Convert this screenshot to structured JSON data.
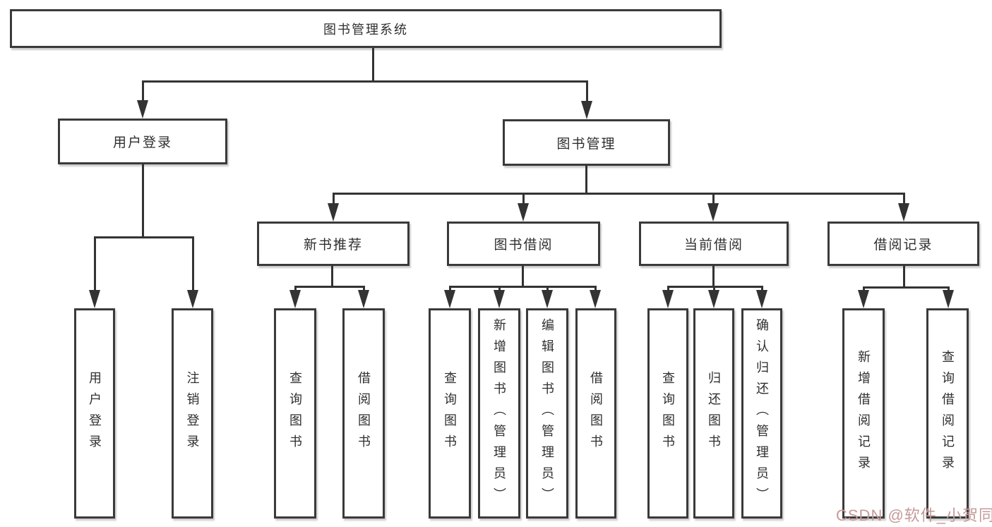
{
  "diagram_title": "图书管理系统",
  "nodes": {
    "root": {
      "label": "图书管理系统"
    },
    "level1": [
      {
        "id": "user-login-group",
        "label": "用户登录"
      },
      {
        "id": "book-management",
        "label": "图书管理"
      }
    ],
    "level2": [
      {
        "id": "new-book-recommend",
        "label": "新书推荐",
        "parent": "图书管理"
      },
      {
        "id": "book-borrowing",
        "label": "图书借阅",
        "parent": "图书管理"
      },
      {
        "id": "current-borrowing",
        "label": "当前借阅",
        "parent": "图书管理"
      },
      {
        "id": "borrow-records",
        "label": "借阅记录",
        "parent": "图书管理"
      }
    ],
    "leaves": [
      {
        "label": "用户登录",
        "parent": "用户登录"
      },
      {
        "label": "注销登录",
        "parent": "用户登录"
      },
      {
        "label": "查询图书",
        "parent": "新书推荐"
      },
      {
        "label": "借阅图书",
        "parent": "新书推荐"
      },
      {
        "label": "查询图书",
        "parent": "图书借阅"
      },
      {
        "label": "新增图书（管理员）",
        "parent": "图书借阅"
      },
      {
        "label": "编辑图书（管理员）",
        "parent": "图书借阅"
      },
      {
        "label": "借阅图书",
        "parent": "图书借阅"
      },
      {
        "label": "查询图书",
        "parent": "当前借阅"
      },
      {
        "label": "归还图书",
        "parent": "当前借阅"
      },
      {
        "label": "确认归还（管理员）",
        "parent": "当前借阅"
      },
      {
        "label": "新增借阅记录",
        "parent": "借阅记录"
      },
      {
        "label": "查询借阅记录",
        "parent": "借阅记录"
      }
    ]
  },
  "watermark": {
    "text": "CSDN @软件_小贺同学",
    "color": "#c59a9a"
  },
  "colors": {
    "line": "#333333",
    "box_border": "#3a3a3a",
    "background": "#ffffff",
    "text": "#2f2f2f"
  }
}
